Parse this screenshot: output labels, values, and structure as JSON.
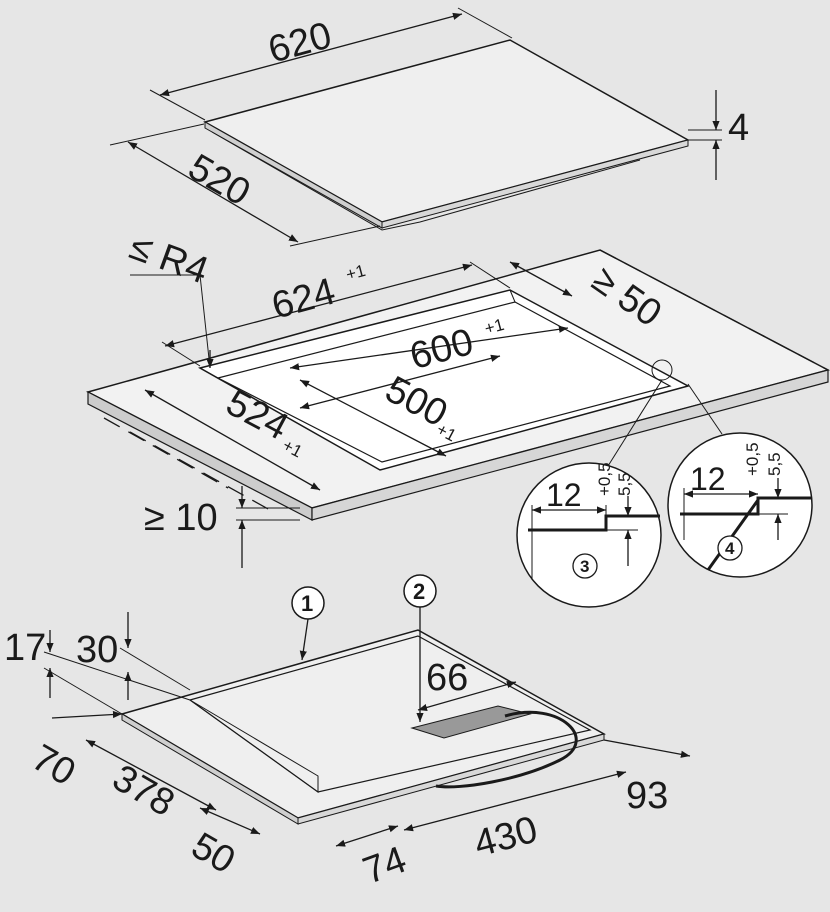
{
  "hob": {
    "width": "620",
    "depth": "520",
    "height": "4"
  },
  "cutout": {
    "radius_label": "≤ R4",
    "outer_width": "624",
    "outer_width_tol": "+1",
    "inner_width": "600",
    "inner_width_tol": "+1",
    "inner_depth": "500",
    "inner_depth_tol": "+1",
    "outer_depth": "524",
    "outer_depth_tol": "+1",
    "wall_distance": "≥ 50",
    "worktop_thickness": "≥ 10"
  },
  "details": [
    {
      "number": "3",
      "rebate": "12",
      "rebate_tol": "+0,5",
      "depth": "5,5"
    },
    {
      "number": "4",
      "rebate": "12",
      "rebate_tol": "+0,5",
      "depth": "5,5"
    }
  ],
  "underside": {
    "callouts": [
      "1",
      "2"
    ],
    "height_17": "17",
    "height_30": "30",
    "d66": "66",
    "d70": "70",
    "d378": "378",
    "d50": "50",
    "d74": "74",
    "d430": "430",
    "d93": "93"
  },
  "colors": {
    "background": "#e6e6e6",
    "line": "#1a1a1a",
    "panel": "#f2f2f2",
    "cutout": "#ffffff",
    "cable_box": "#999999"
  }
}
